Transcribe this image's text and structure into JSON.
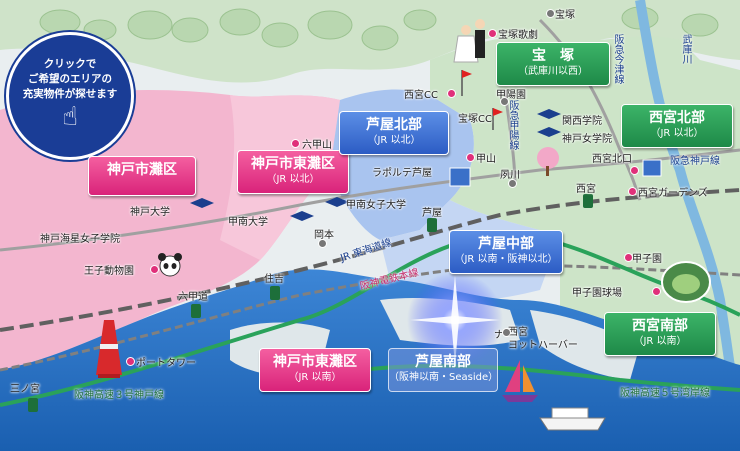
{
  "badge": {
    "line1": "クリックで",
    "line2": "ご希望のエリアの",
    "line3": "充実物件が探せます"
  },
  "areas": [
    {
      "id": "nada",
      "title": "神戸市灘区",
      "sub": ""
    },
    {
      "id": "higashinada-north",
      "title": "神戸市東灘区",
      "sub": "（JR 以北）"
    },
    {
      "id": "higashinada-south",
      "title": "神戸市東灘区",
      "sub": "（JR 以南）"
    },
    {
      "id": "ashiya-north",
      "title": "芦屋北部",
      "sub": "（JR 以北）"
    },
    {
      "id": "ashiya-middle",
      "title": "芦屋中部",
      "sub": "（JR 以南・阪神以北）"
    },
    {
      "id": "ashiya-south",
      "title": "芦屋南部",
      "sub": "（阪神以南・Seaside）"
    },
    {
      "id": "takarazuka",
      "title": "宝　塚",
      "sub": "（武庫川以西）"
    },
    {
      "id": "nishinomiya-north",
      "title": "西宮北部",
      "sub": "（JR 以北）"
    },
    {
      "id": "nishinomiya-south",
      "title": "西宮南部",
      "sub": "（JR 以南）"
    }
  ],
  "places": {
    "takarazuka_kageki": "宝塚歌劇",
    "takarazuka_st": "宝塚",
    "nishinomiya_cc": "西宮CC",
    "takarazuka_cc": "宝塚CC",
    "koyoen": "甲陽園",
    "kansei": "関西学院",
    "kobe_jogakuin": "神戸女学院",
    "rokkosan": "六甲山",
    "kabutoyama": "甲山",
    "laporte": "ラポルテ芦屋",
    "shukugawa": "夙川",
    "nishinomiya_kitaguchi": "西宮北口",
    "nishinomiya": "西宮",
    "nishinomiya_gardens": "西宮ガーデンズ",
    "kobe_univ": "神戸大学",
    "konan_joshi": "甲南女子大学",
    "konan_univ": "甲南大学",
    "ashiya": "芦屋",
    "okamoto": "岡本",
    "kaisei": "神戸海星女子学院",
    "oji_zoo": "王子動物園",
    "sumiyoshi": "住吉",
    "rokkomichi": "六甲道",
    "koshien": "甲子園",
    "koshien_stadium": "甲子園球場",
    "port_tower": "ポートタワー",
    "sannomiya": "三ノ宮",
    "yacht_harbor": "西宮\nヨットハーバー",
    "na": "ナ"
  },
  "lines": {
    "hankyu_imazu": "阪急今津線",
    "hankyu_koyo": "阪急甲陽線",
    "hankyu_kobe": "阪急神戸線",
    "jr_tokaido": "JR 東海道線",
    "hanshin": "阪神電鉄本線",
    "hanshin_exp3": "阪神高速３号神戸線",
    "hanshin_exp5": "阪神高速５号湾岸線",
    "mukogawa": "武庫川"
  },
  "colors": {
    "pink": "#e0307a",
    "blue": "#2c5cc4",
    "green": "#1e8a48",
    "sea": "#1a6fc0"
  }
}
